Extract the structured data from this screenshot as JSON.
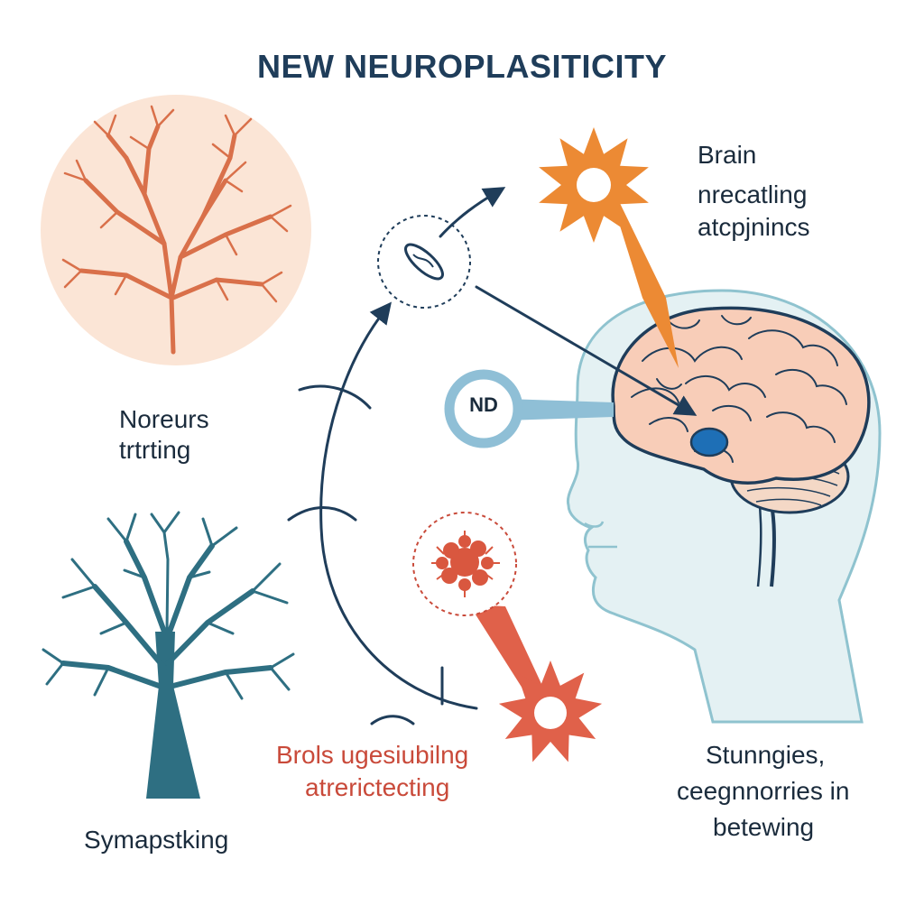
{
  "title": "NEW NEUROPLASITICITY",
  "labels": {
    "top_left": [
      "Noreurs",
      "trtrting"
    ],
    "top_right": [
      "Brain",
      "nrecatling",
      "atcpjnincs"
    ],
    "bottom_left": "Symapstking",
    "bottom_center": [
      "Brols ugesiubilng",
      "atrerictecting"
    ],
    "bottom_right": [
      "Stunngies,",
      "ceegnnorries in",
      "betewing"
    ],
    "node_badge": "ND"
  },
  "colors": {
    "title": "#1f3d5a",
    "text_dark": "#1a2b3c",
    "text_red": "#c94a3a",
    "tree_orange": "#d9704a",
    "circle_peach": "#fbe5d6",
    "tree_teal": "#2e6f82",
    "star_orange": "#ec8a34",
    "star_red": "#e0614a",
    "node_blue": "#8fbfd6",
    "brain_fill": "#f8cdb8",
    "brain_outline": "#1f3d5a",
    "head_fill": "#e4f1f3",
    "head_outline": "#8fc3cf",
    "arrow": "#1f3d5a"
  },
  "icons": [
    "orange-tree-icon",
    "teal-tree-icon",
    "head-silhouette-icon",
    "brain-icon",
    "orange-star-icon",
    "red-star-icon",
    "mitochondria-icon",
    "neuron-cluster-icon"
  ]
}
